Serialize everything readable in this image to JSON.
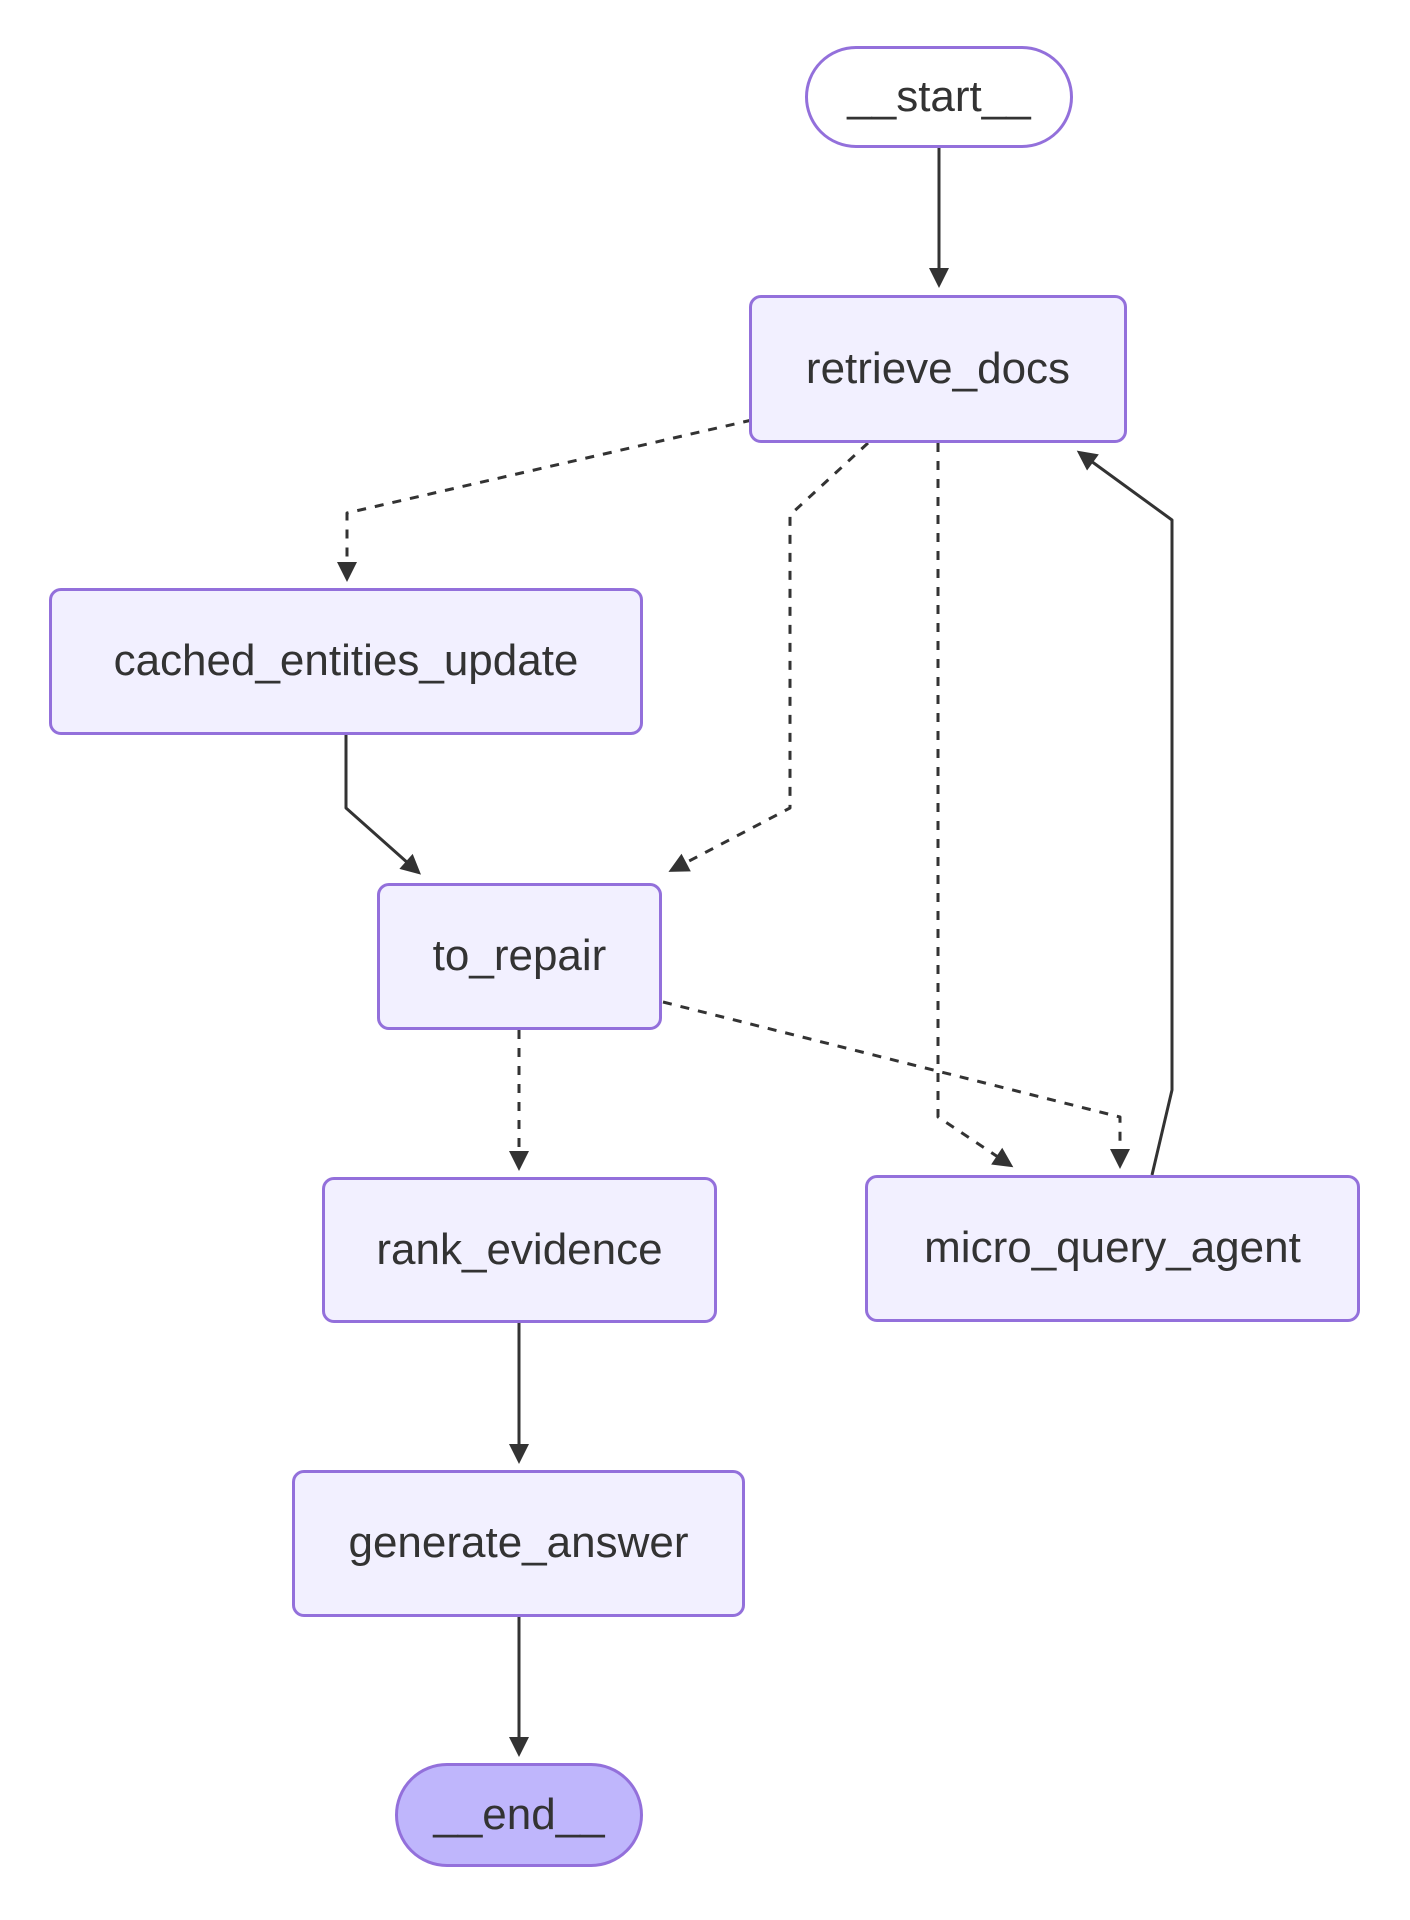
{
  "diagram": {
    "type": "flowchart",
    "direction": "top-down",
    "nodes": {
      "start": {
        "label": "__start__",
        "shape": "pill"
      },
      "retrieve_docs": {
        "label": "retrieve_docs",
        "shape": "rect"
      },
      "cached_entities_update": {
        "label": "cached_entities_update",
        "shape": "rect"
      },
      "to_repair": {
        "label": "to_repair",
        "shape": "rect"
      },
      "rank_evidence": {
        "label": "rank_evidence",
        "shape": "rect"
      },
      "micro_query_agent": {
        "label": "micro_query_agent",
        "shape": "rect"
      },
      "generate_answer": {
        "label": "generate_answer",
        "shape": "rect"
      },
      "end": {
        "label": "__end__",
        "shape": "pill"
      }
    },
    "edges": [
      {
        "from": "__start__",
        "to": "retrieve_docs",
        "style": "solid"
      },
      {
        "from": "retrieve_docs",
        "to": "cached_entities_update",
        "style": "dashed"
      },
      {
        "from": "retrieve_docs",
        "to": "to_repair",
        "style": "dashed"
      },
      {
        "from": "retrieve_docs",
        "to": "micro_query_agent",
        "style": "dashed"
      },
      {
        "from": "cached_entities_update",
        "to": "to_repair",
        "style": "solid"
      },
      {
        "from": "to_repair",
        "to": "rank_evidence",
        "style": "dashed"
      },
      {
        "from": "to_repair",
        "to": "micro_query_agent",
        "style": "dashed"
      },
      {
        "from": "micro_query_agent",
        "to": "retrieve_docs",
        "style": "solid"
      },
      {
        "from": "rank_evidence",
        "to": "generate_answer",
        "style": "solid"
      },
      {
        "from": "generate_answer",
        "to": "__end__",
        "style": "solid"
      }
    ],
    "colors": {
      "node_fill": "#f2f0ff",
      "node_border": "#9370db",
      "end_fill": "#bfb6fc",
      "start_fill": "#ffffff",
      "edge": "#333333",
      "text": "#333333",
      "background": "#ffffff"
    }
  }
}
